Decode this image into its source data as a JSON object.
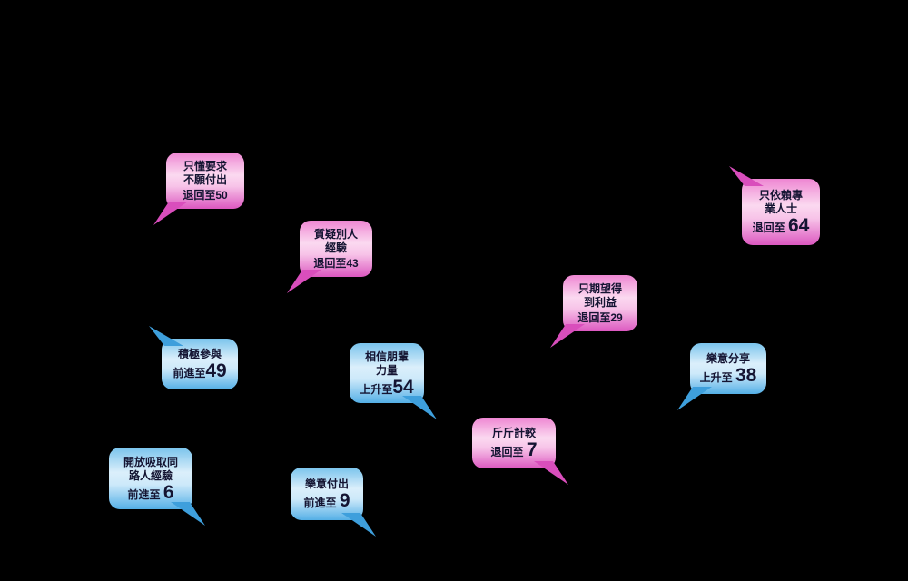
{
  "background": "#000000",
  "theme": {
    "pink_bubble_top": "#ee86d2",
    "pink_bubble_bottom": "#dc58c0",
    "pink_tail": "#d94ebc",
    "blue_bubble_top": "#79c3ec",
    "blue_bubble_bottom": "#54afe6",
    "blue_tail": "#3e9fdc",
    "text_color": "#141432"
  },
  "bubbles": [
    {
      "name": "demand-without-giving",
      "color": "pink",
      "lines": [
        "只懂要求",
        "不願付出"
      ],
      "action": "退回至",
      "value": "50"
    },
    {
      "name": "doubt-others-experience",
      "color": "pink",
      "lines": [
        "質疑別人",
        "經驗"
      ],
      "action": "退回至",
      "value": "43"
    },
    {
      "name": "rely-only-on-professionals",
      "color": "pink",
      "lines": [
        "只依賴專",
        "業人士"
      ],
      "action": "退回至 ",
      "value": "64"
    },
    {
      "name": "expect-only-benefit",
      "color": "pink",
      "lines": [
        "只期望得",
        "到利益"
      ],
      "action": "退回至",
      "value": "29"
    },
    {
      "name": "penny-pinching",
      "color": "pink",
      "lines": [
        "斤斤計較"
      ],
      "action": "退回至 ",
      "value": "7"
    },
    {
      "name": "active-participation",
      "color": "blue",
      "lines": [
        "積極參與"
      ],
      "action": "前進至",
      "value": "49"
    },
    {
      "name": "trust-peer-power",
      "color": "blue",
      "lines": [
        "相信朋輩",
        "力量"
      ],
      "action": "上升至",
      "value": "54"
    },
    {
      "name": "willing-to-share",
      "color": "blue",
      "lines": [
        "樂意分享"
      ],
      "action": "上升至 ",
      "value": "38"
    },
    {
      "name": "open-to-peer-experience",
      "color": "blue",
      "lines": [
        "開放吸取同",
        "路人經驗"
      ],
      "action": "前進至 ",
      "value": "6"
    },
    {
      "name": "willing-to-give",
      "color": "blue",
      "lines": [
        "樂意付出"
      ],
      "action": "前進至 ",
      "value": "9"
    }
  ]
}
